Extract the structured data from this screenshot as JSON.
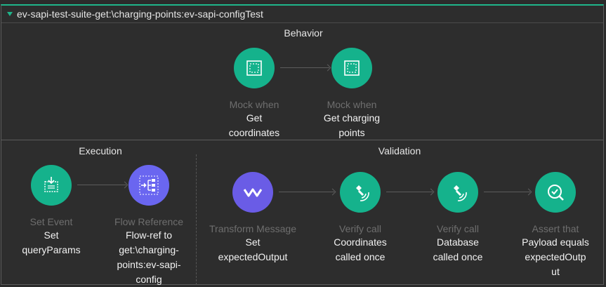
{
  "title": "ev-sapi-test-suite-get:\\charging-points:ev-sapi-configTest",
  "sections": {
    "behavior": "Behavior",
    "execution": "Execution",
    "validation": "Validation"
  },
  "behavior_nodes": [
    {
      "type": "Mock when",
      "name": "Get\ncoordinates",
      "icon": "mock-icon"
    },
    {
      "type": "Mock when",
      "name": "Get charging\npoints",
      "icon": "mock-icon"
    }
  ],
  "execution_nodes": [
    {
      "type": "Set Event",
      "name": "Set\nqueryParams",
      "icon": "set-event-icon"
    },
    {
      "type": "Flow Reference",
      "name": "Flow-ref to\nget:\\charging-\npoints:ev-sapi-\nconfig",
      "icon": "flow-reference-icon"
    }
  ],
  "validation_nodes": [
    {
      "type": "Transform Message",
      "name": "Set\nexpectedOutput",
      "icon": "transform-icon"
    },
    {
      "type": "Verify call",
      "name": "Coordinates\ncalled once",
      "icon": "verify-call-icon"
    },
    {
      "type": "Verify call",
      "name": "Database\ncalled once",
      "icon": "verify-call-icon"
    },
    {
      "type": "Assert that",
      "name": "Payload equals\nexpectedOutp\nut",
      "icon": "assert-icon"
    }
  ],
  "colors": {
    "accent": "#15b28c",
    "flow_reference": "#6a66f0",
    "transform": "#6a5ce6"
  }
}
